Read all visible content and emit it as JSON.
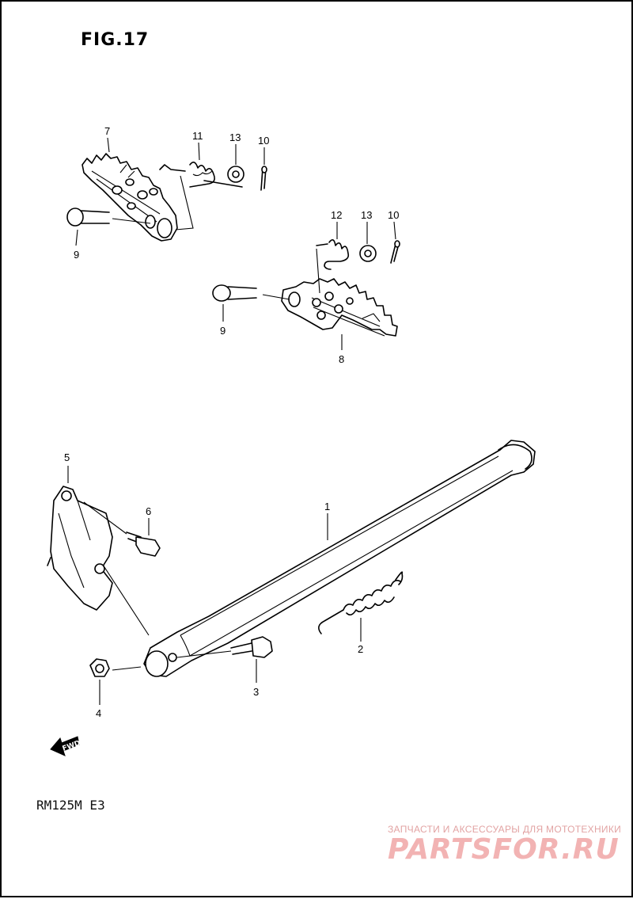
{
  "figure": {
    "title": "FIG.17",
    "model_code": "RM125M E3"
  },
  "callouts": {
    "c1": "1",
    "c2": "2",
    "c3": "3",
    "c4": "4",
    "c5": "5",
    "c6": "6",
    "c7": "7",
    "c8": "8",
    "c9a": "9",
    "c9b": "9",
    "c10a": "10",
    "c10b": "10",
    "c11": "11",
    "c12": "12",
    "c13a": "13",
    "c13b": "13"
  },
  "fwd_marker": {
    "label": "FWD"
  },
  "watermark": {
    "tagline": "ЗАПЧАСТИ И АКСЕССУАРЫ ДЛЯ МОТОТЕХНИКИ",
    "brand": "PARTSFOR.RU",
    "color": "#f2b3b3"
  }
}
